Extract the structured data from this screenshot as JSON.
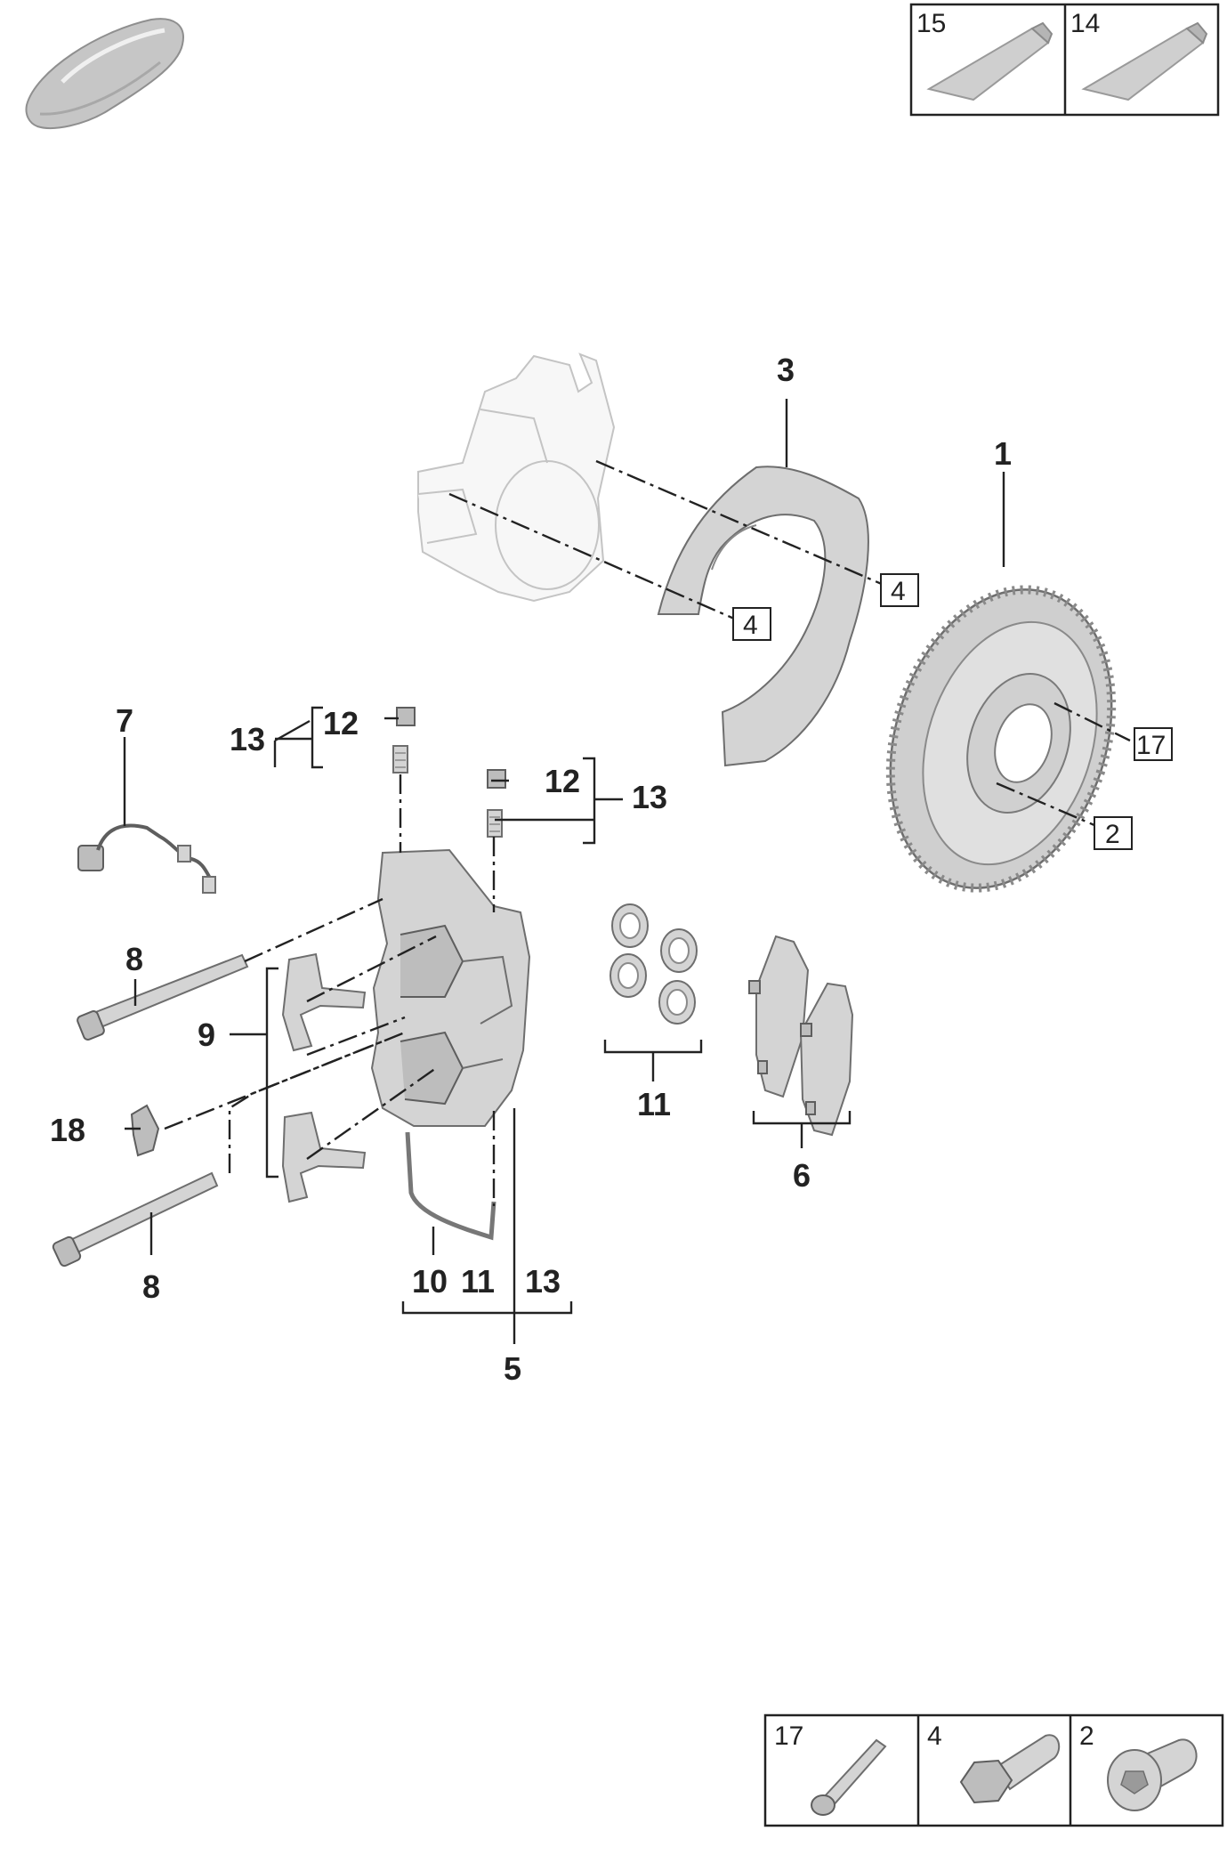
{
  "legend_top": [
    {
      "number": "15",
      "icon": "grease-tube-icon"
    },
    {
      "number": "14",
      "icon": "grease-tube-icon"
    }
  ],
  "legend_bottom": [
    {
      "number": "17",
      "icon": "long-bolt-icon"
    },
    {
      "number": "4",
      "icon": "hex-bolt-icon"
    },
    {
      "number": "2",
      "icon": "countersunk-screw-icon"
    }
  ],
  "callouts": {
    "rotor": "1",
    "shield": "3",
    "shield_bolt_a": "4",
    "shield_bolt_b": "4",
    "rotor_screw_17": "17",
    "rotor_screw_2": "2",
    "sensor": "7",
    "bleed_a_12": "12",
    "bleed_a_13": "13",
    "bleed_b_12": "12",
    "bleed_b_13": "13",
    "pin_top": "8",
    "pin_bottom": "8",
    "spring": "9",
    "clip": "18",
    "seals": "11",
    "pads": "6",
    "caliper": "5",
    "hose_10": "10",
    "hose_11": "11",
    "hose_13": "13"
  },
  "colors": {
    "part_fill": "#d4d4d4",
    "ghost_fill": "#f7f7f7",
    "ink": "#222222"
  }
}
